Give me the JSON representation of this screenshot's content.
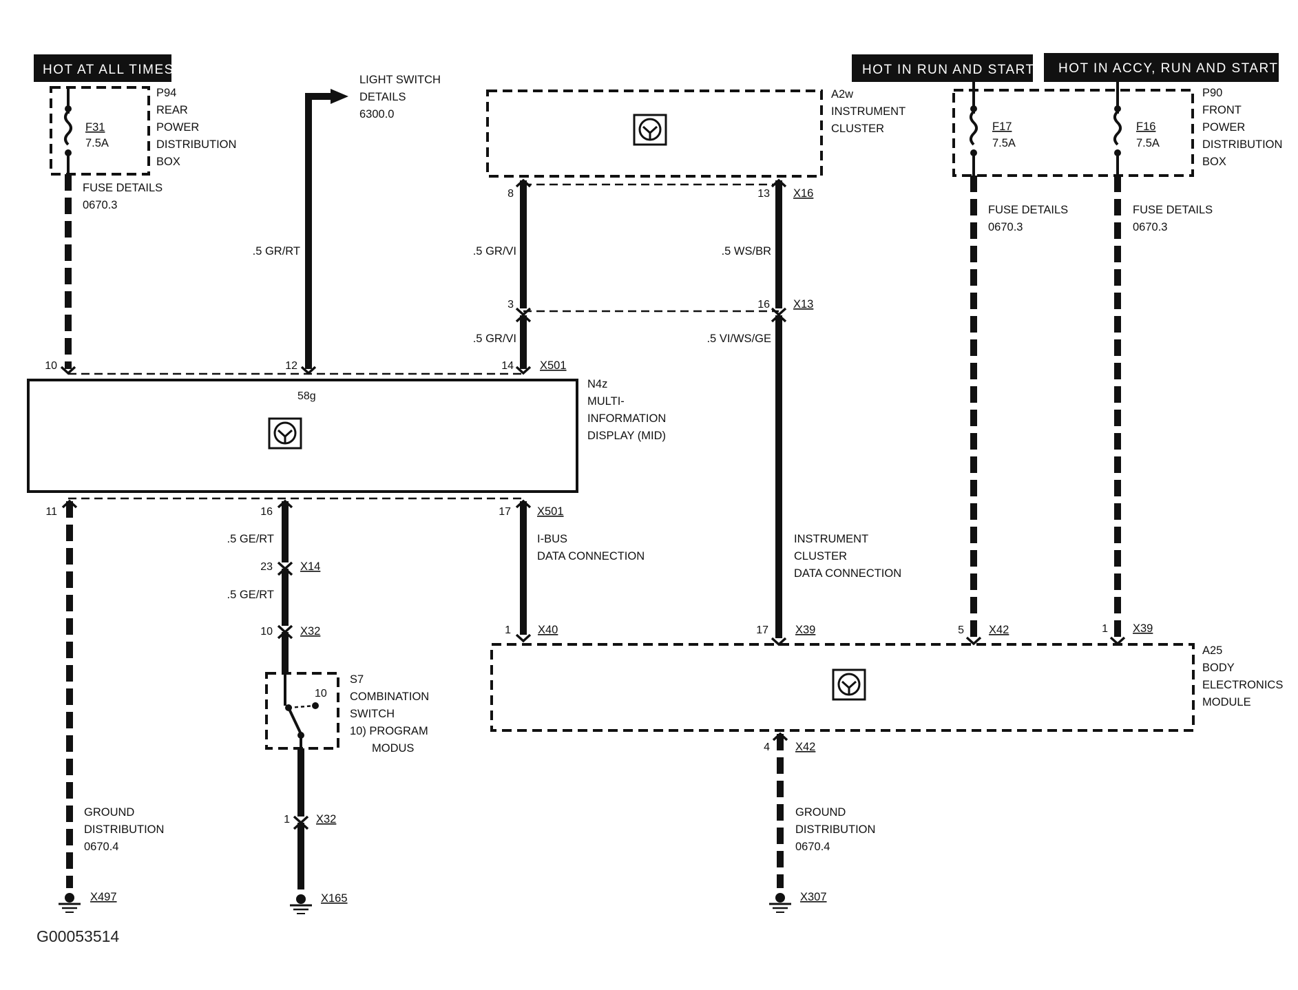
{
  "banners": {
    "hot_at_all_times": "HOT AT ALL TIMES",
    "hot_in_run_and_start": "HOT IN RUN AND START",
    "hot_in_accy_run_and_start": "HOT IN ACCY, RUN AND START"
  },
  "components": {
    "p94": {
      "lines": [
        "P94",
        "REAR",
        "POWER",
        "DISTRIBUTION",
        "BOX"
      ]
    },
    "f31": {
      "name": "F31",
      "rating": "7.5A"
    },
    "fuse_details_left": [
      "FUSE DETAILS",
      "0670.3"
    ],
    "light_switch": [
      "LIGHT SWITCH",
      "DETAILS",
      "6300.0"
    ],
    "a2w": {
      "lines": [
        "A2w",
        "INSTRUMENT",
        "CLUSTER"
      ]
    },
    "p90": {
      "lines": [
        "P90",
        "FRONT",
        "POWER",
        "DISTRIBUTION",
        "BOX"
      ]
    },
    "f17": {
      "name": "F17",
      "rating": "7.5A"
    },
    "f16": {
      "name": "F16",
      "rating": "7.5A"
    },
    "fuse_details_f17": [
      "FUSE DETAILS",
      "0670.3"
    ],
    "fuse_details_f16": [
      "FUSE DETAILS",
      "0670.3"
    ],
    "n4z": {
      "lines": [
        "N4z",
        "MULTI-",
        "INFORMATION",
        "DISPLAY (MID)"
      ],
      "internal": "58g"
    },
    "a25": {
      "lines": [
        "A25",
        "BODY",
        "ELECTRONICS",
        "MODULE"
      ]
    },
    "s7": {
      "lines": [
        "S7",
        "COMBINATION",
        "SWITCH",
        "10) PROGRAM",
        "MODUS"
      ],
      "pin": "10"
    },
    "ground_left": [
      "GROUND",
      "DISTRIBUTION",
      "0670.4"
    ],
    "ground_right": [
      "GROUND",
      "DISTRIBUTION",
      "0670.4"
    ],
    "ibus": [
      "I-BUS",
      "DATA CONNECTION"
    ],
    "cluster_data": [
      "INSTRUMENT",
      "CLUSTER",
      "DATA CONNECTION"
    ]
  },
  "wires": {
    "gr_rt": ".5 GR/RT",
    "gr_vi_upper": ".5 GR/VI",
    "gr_vi_lower": ".5 GR/VI",
    "ws_br": ".5 WS/BR",
    "vi_ws_ge": ".5 VI/WS/GE",
    "ge_rt_upper": ".5  GE/RT",
    "ge_rt_lower": ".5  GE/RT"
  },
  "pins": {
    "n4z_10": "10",
    "n4z_12": "12",
    "n4z_14": "14",
    "n4z_11": "11",
    "n4z_16": "16",
    "n4z_17": "17",
    "a2w_8": "8",
    "a2w_13": "13",
    "x13_3": "3",
    "x13_16": "16",
    "x14_23": "23",
    "x32_10": "10",
    "x32_1": "1",
    "a25_1_x40": "1",
    "a25_17": "17",
    "a25_5": "5",
    "a25_1_x39": "1",
    "a25_4": "4"
  },
  "connectors": {
    "x501_top": "X501",
    "x501_bottom": "X501",
    "x16": "X16",
    "x13": "X13",
    "x14": "X14",
    "x32_upper": "X32",
    "x32_lower": "X32",
    "x40": "X40",
    "x39_mid": "X39",
    "x42_top": "X42",
    "x39_right": "X39",
    "x42_bottom": "X42"
  },
  "grounds": {
    "x497": "X497",
    "x165": "X165",
    "x307": "X307"
  },
  "figure_id": "G00053514"
}
